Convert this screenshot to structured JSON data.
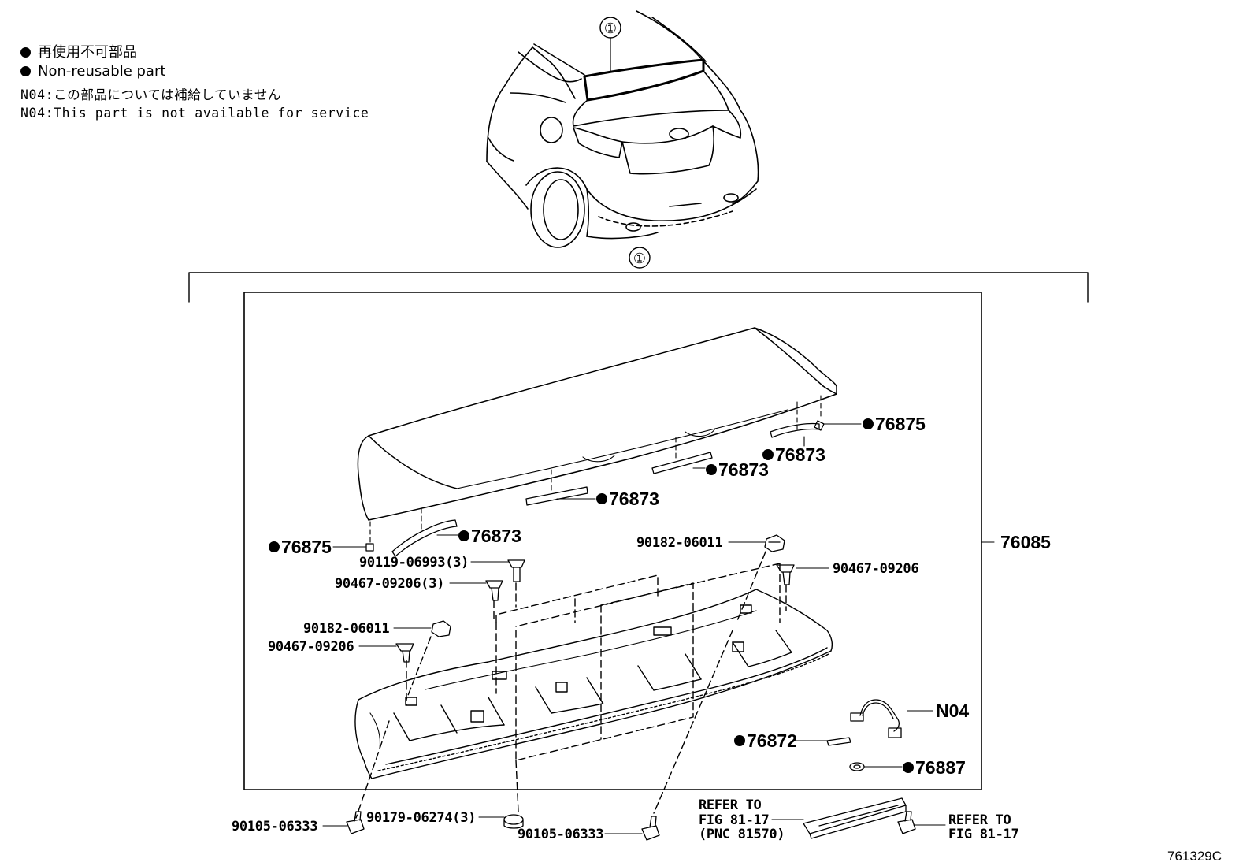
{
  "legend": {
    "ja_nonreusable": "再使用不可部品",
    "en_nonreusable": "Non-reusable part",
    "ja_n04": "N04:この部品については補給していません",
    "en_n04": "N04:This part is not available for service"
  },
  "callouts": {
    "car_ref": "①",
    "group_ref": "①"
  },
  "parts": {
    "p76875_right": "76875",
    "p76873_a": "76873",
    "p76873_b": "76873",
    "p76873_c": "76873",
    "p76873_d": "76873",
    "p76875_left": "76875",
    "p76085": "76085",
    "p90182_06011_a": "90182-06011",
    "p90119_06993": "90119-06993(3)",
    "p90467_09206_3": "90467-09206(3)",
    "p90467_09206_r": "90467-09206",
    "p90182_06011_b": "90182-06011",
    "p90467_09206_l": "90467-09206",
    "pN04": "N04",
    "p76872": "76872",
    "p76887": "76887",
    "p90105_06333_a": "90105-06333",
    "p90179_06274": "90179-06274(3)",
    "p90105_06333_b": "90105-06333"
  },
  "refer": {
    "left_l1": "REFER TO",
    "left_l2": "FIG 81-17",
    "left_l3": "(PNC 81570)",
    "right_l1": "REFER TO",
    "right_l2": "FIG 81-17"
  },
  "figure_id": "761329C",
  "colors": {
    "ink": "#000000",
    "paper": "#ffffff"
  }
}
